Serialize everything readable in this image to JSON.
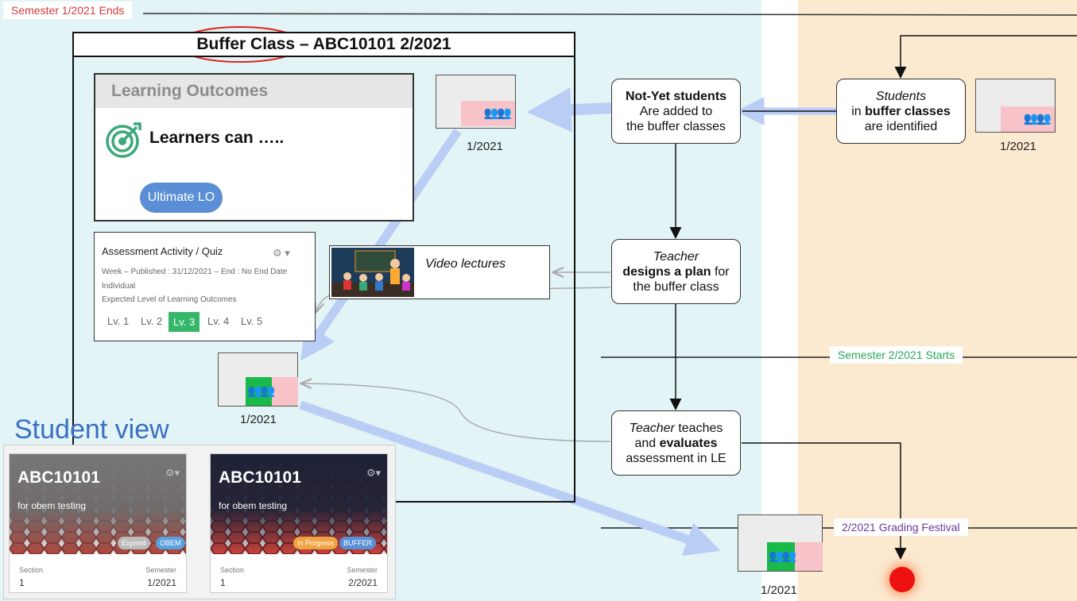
{
  "labels": {
    "semester_end": "Semester 1/2021 Ends",
    "semester_start": "Semester 2/2021 Starts",
    "grading": "2/2021 Grading Festival"
  },
  "buffer_class": {
    "title": "Buffer Class – ABC10101 2/2021"
  },
  "learning_outcomes": {
    "header": "Learning Outcomes",
    "text": "Learners can …..",
    "button": "Ultimate LO"
  },
  "quiz": {
    "title": "Assessment Activity / Quiz",
    "meta1": "Week –  Published : 31/12/2021 – End : No End Date",
    "meta2": "Individual",
    "meta3": "Expected Level of Learning Outcomes",
    "levels": [
      "Lv. 1",
      "Lv. 2",
      "Lv. 3",
      "Lv. 4",
      "Lv. 5"
    ],
    "selected_level": "Lv. 3"
  },
  "video": {
    "label": "Video lectures"
  },
  "nodes": {
    "students_line1": "Students",
    "students_line2_pre": "in ",
    "students_line2_bold": "buffer classes",
    "students_line3": "are identified",
    "notyet_line1": "Not-Yet students",
    "notyet_line2": "Are added to",
    "notyet_line3": "the buffer classes",
    "plan_line1": "Teacher",
    "plan_line2_bold": "designs a plan",
    "plan_line2_post": " for",
    "plan_line3": "the buffer class",
    "teach_line1_it": "Teacher",
    "teach_line1_post": " teaches",
    "teach_line2_pre": "and ",
    "teach_line2_bold": "evaluates",
    "teach_line3": "assessment in LE"
  },
  "calendar_dates": {
    "top_right": "1/2021",
    "top_mid": "1/2021",
    "mid_left": "1/2021",
    "bottom": "1/2021"
  },
  "student_view": {
    "title": "Student view",
    "cards": [
      {
        "code": "ABC10101",
        "subtitle": "for obem testing",
        "badges": [
          "Expired",
          "OBEM"
        ],
        "section_label": "Section",
        "section": "1",
        "semester_label": "Semester",
        "semester": "1/2021"
      },
      {
        "code": "ABC10101",
        "subtitle": "for obem testing",
        "badges": [
          "In Progress",
          "BUFFER"
        ],
        "section_label": "Section",
        "section": "1",
        "semester_label": "Semester",
        "semester": "2/2021"
      }
    ]
  },
  "colors": {
    "left_bg": "#e3f4f6",
    "right_bg": "#fbe9d0",
    "flow_arrow": "#b9cdf5",
    "highlight_ring": "#e02020",
    "lo_button": "#5a8fd6",
    "selected_level": "#35b76a",
    "end_dot": "#ee1111"
  }
}
